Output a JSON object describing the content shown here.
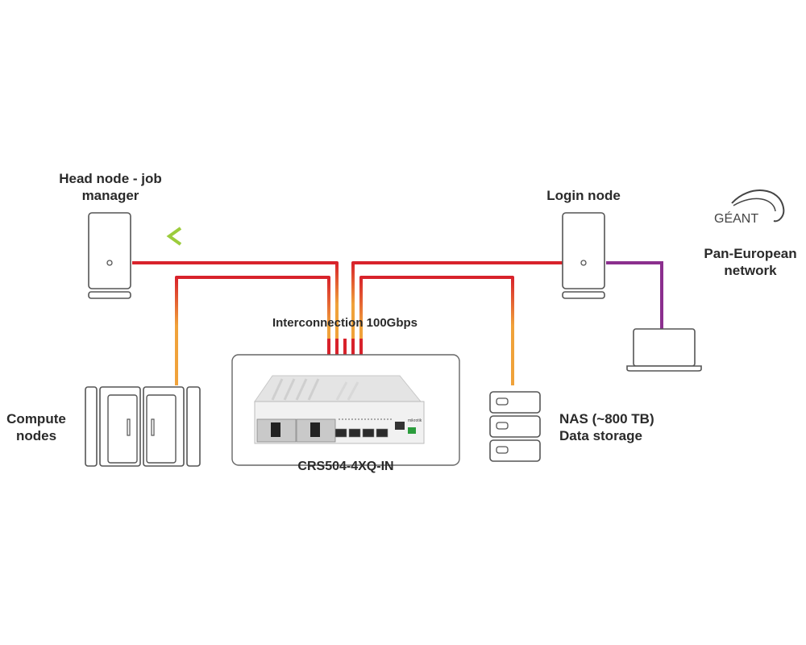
{
  "labels": {
    "head_node_line1": "Head node - job",
    "head_node_line2": "manager",
    "login_node": "Login node",
    "geant": "GÉANT",
    "pan_line1": "Pan-European",
    "pan_line2": "network",
    "interconnection": "Interconnection 100Gbps",
    "compute_line1": "Compute",
    "compute_line2": "nodes",
    "nas_line1": "NAS (~800 TB)",
    "nas_line2": "Data storage",
    "switch_model": "CRS504-4XQ-IN",
    "switch_brand": "mikrotik"
  },
  "colors": {
    "orange": "#f0a23a",
    "red": "#d8222b",
    "green": "#4caf3a",
    "blue": "#2aa6d9",
    "purple": "#8b2f8e",
    "outline": "#555555"
  }
}
